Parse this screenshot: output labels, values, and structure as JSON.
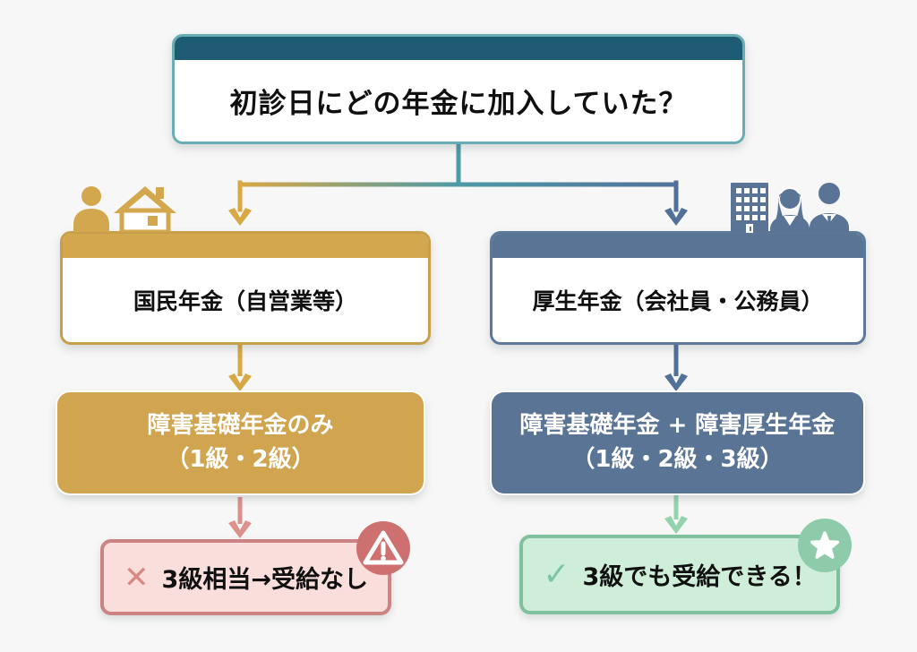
{
  "title": "初診日にどの年金に加入していた？",
  "branches": {
    "left": {
      "pension_label": "国民年金（自営業等）",
      "benefit_line1": "障害基礎年金のみ",
      "benefit_line2": "（1級・2級）",
      "result_mark": "✕",
      "result_text": "3級相当→受給なし",
      "icon_names": "person-icon, house-icon",
      "badge": "warning"
    },
    "right": {
      "pension_label": "厚生年金（会社員・公務員）",
      "benefit_line1": "障害基礎年金 + 障害厚生年金",
      "benefit_line2": "（1級・2級・3級）",
      "result_mark": "✓",
      "result_text": "3級でも受給できる！",
      "icon_names": "office-building-icon, employees-icon",
      "badge": "star"
    }
  },
  "colors": {
    "teal_header": "#1d5c72",
    "teal_border": "#68adb5",
    "teal_line": "#4e9aa6",
    "gold": "#d3a74e",
    "gold_border": "#c79f4a",
    "gold_solid": "#d1a550",
    "gold_arrow": "#d8a845",
    "slate": "#5a7496",
    "slate_border": "#5d7898",
    "slate_arrow": "#51719a",
    "salmon_arrow": "#dd918a",
    "pink_bg": "#f9dedb",
    "pink_border": "#cb8383",
    "warning_badge": "#cf7070",
    "green_arrow": "#93d4ae",
    "mint_bg": "#cfeeda",
    "mint_border": "#7fc19c",
    "star_badge": "#8ecbaa",
    "cross_mark": "#d98882",
    "check_mark": "#7cc7a1",
    "background": "#f6f7f6"
  }
}
